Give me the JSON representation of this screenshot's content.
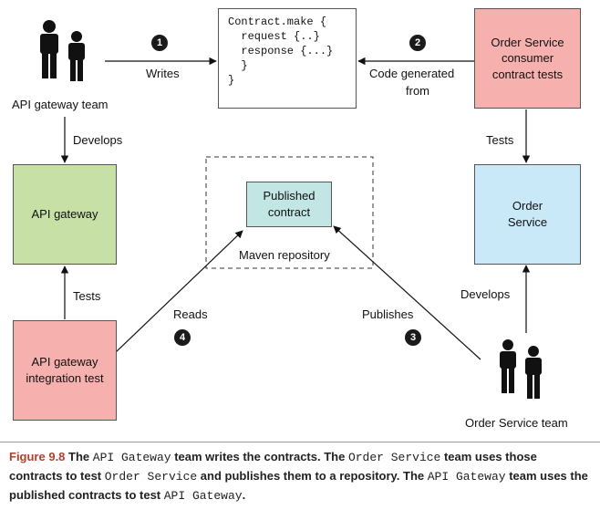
{
  "actors": {
    "api_team": "API gateway team",
    "order_team": "Order Service team"
  },
  "boxes": {
    "api_gateway": "API gateway",
    "order_contract_tests": [
      "Order Service",
      "consumer",
      "contract tests"
    ],
    "order_service": [
      "Order",
      "Service"
    ],
    "published_contract": [
      "Published",
      "contract"
    ],
    "maven_repository": "Maven repository",
    "api_integration_test": [
      "API gateway",
      "integration test"
    ]
  },
  "code": [
    "Contract.make {",
    "  request {..}",
    "  response {...}",
    "  }",
    "}"
  ],
  "edges": {
    "writes": "Writes",
    "code_generated": [
      "Code generated",
      "from"
    ],
    "develops_left": "Develops",
    "tests_left": "Tests",
    "tests_right": "Tests",
    "develops_right": "Develops",
    "reads": "Reads",
    "publishes": "Publishes"
  },
  "badges": [
    "1",
    "2",
    "3",
    "4"
  ],
  "caption": {
    "figure": "Figure 9.8",
    "parts": [
      {
        "t": " The ",
        "m": false
      },
      {
        "t": "API Gateway",
        "m": true
      },
      {
        "t": " team writes the contracts. The ",
        "m": false
      },
      {
        "t": "Order Service",
        "m": true
      },
      {
        "t": " team uses those contracts to test ",
        "m": false
      },
      {
        "t": "Order Service",
        "m": true
      },
      {
        "t": " and publishes them to a repository. The ",
        "m": false
      },
      {
        "t": "API Gateway",
        "m": true
      },
      {
        "t": " team uses the published contracts to test ",
        "m": false
      },
      {
        "t": "API Gateway",
        "m": true
      },
      {
        "t": ".",
        "m": false
      }
    ]
  },
  "colors": {
    "green": "#c6e0a6",
    "pink": "#f6b0ae",
    "blue": "#c9e9f8",
    "teal": "#c2e6e3",
    "figure_label": "#b1402f"
  }
}
